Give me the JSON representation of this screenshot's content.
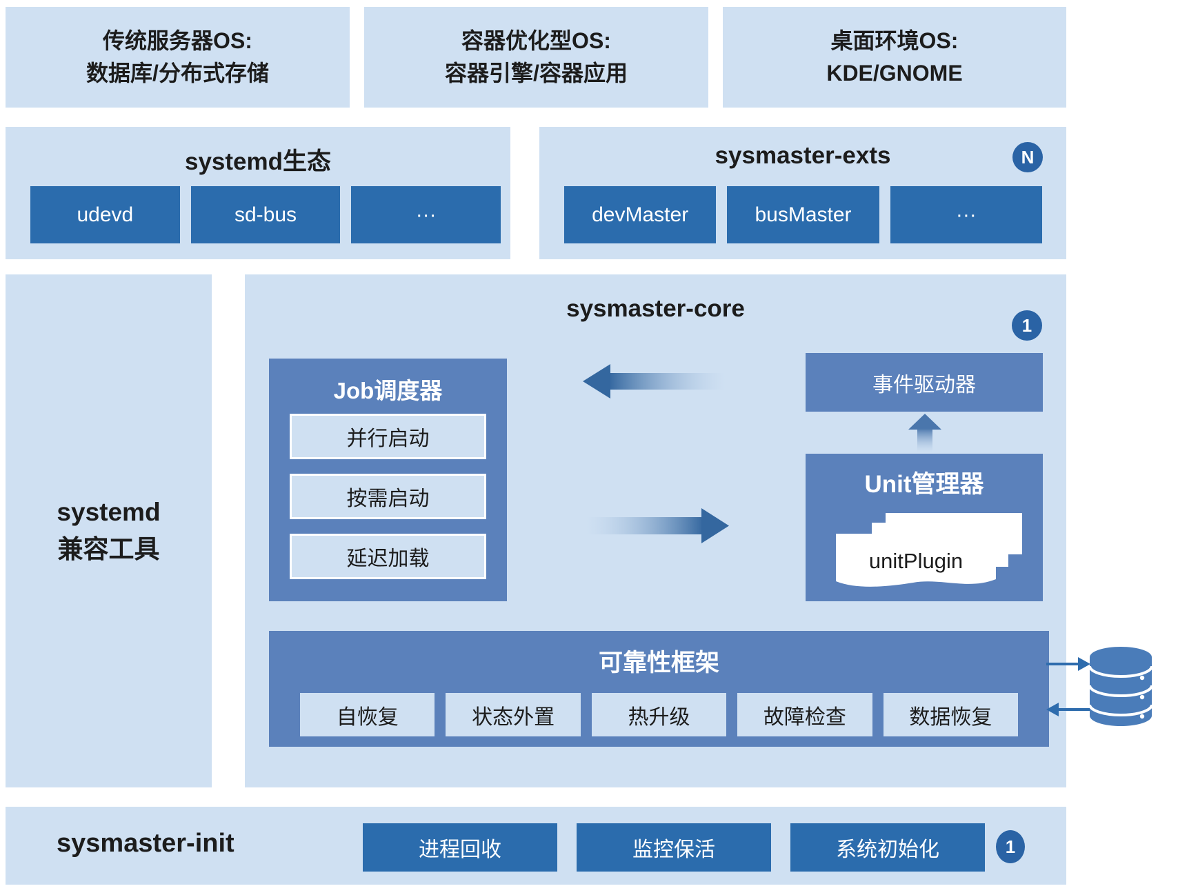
{
  "top_os_boxes": [
    {
      "line1": "传统服务器OS:",
      "line2": "数据库/分布式存储"
    },
    {
      "line1": "容器优化型OS:",
      "line2": "容器引擎/容器应用"
    },
    {
      "line1": "桌面环境OS:",
      "line2": "KDE/GNOME"
    }
  ],
  "systemd_ecosystem": {
    "title": "systemd生态",
    "items": [
      "udevd",
      "sd-bus",
      "···"
    ]
  },
  "sysmaster_exts": {
    "title": "sysmaster-exts",
    "badge": "N",
    "items": [
      "devMaster",
      "busMaster",
      "···"
    ]
  },
  "systemd_compat": {
    "line1": "systemd",
    "line2": "兼容工具"
  },
  "sysmaster_core": {
    "title": "sysmaster-core",
    "badge": "1",
    "job_scheduler": {
      "title": "Job调度器",
      "items": [
        "并行启动",
        "按需启动",
        "延迟加载"
      ]
    },
    "event_driver": "事件驱动器",
    "unit_manager": {
      "title": "Unit管理器",
      "plugin": "unitPlugin"
    },
    "reliability": {
      "title": "可靠性框架",
      "items": [
        "自恢复",
        "状态外置",
        "热升级",
        "故障检查",
        "数据恢复"
      ]
    }
  },
  "sysmaster_init": {
    "title": "sysmaster-init",
    "badge": "1",
    "items": [
      "进程回收",
      "监控保活",
      "系统初始化"
    ]
  },
  "colors": {
    "panel_light": "#cfe0f2",
    "box_dark": "#2b6cad",
    "box_medium": "#5b81bb",
    "badge_blue": "#2a63a5",
    "arrow_blue": "#34679f",
    "db_blue": "#4a7cb9",
    "text_dark": "#1c1c1c",
    "text_white": "#ffffff"
  }
}
